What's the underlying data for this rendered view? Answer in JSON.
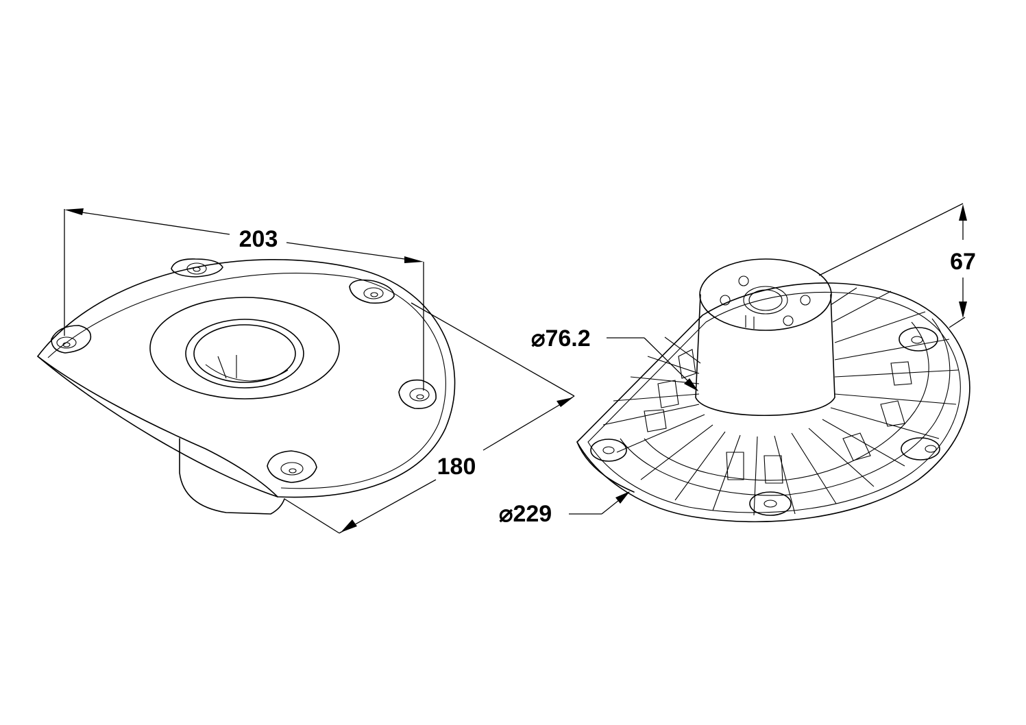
{
  "dimensions": {
    "width_top": "203",
    "depth": "180",
    "height": "67",
    "inner_diameter": "⌀76.2",
    "outer_diameter": "⌀229"
  },
  "colors": {
    "stroke": "#000000",
    "background": "#ffffff"
  }
}
